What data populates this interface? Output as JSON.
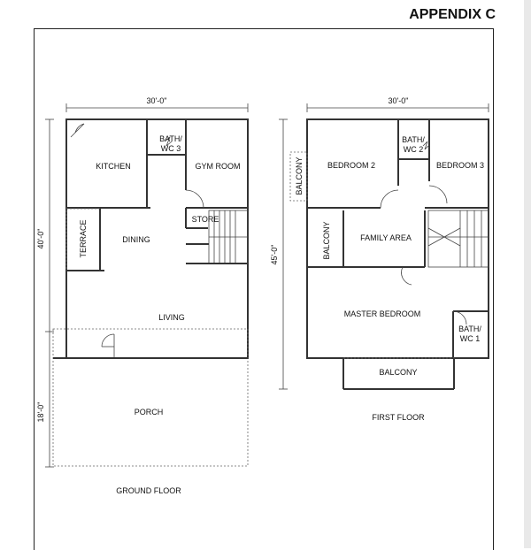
{
  "page": {
    "title": "APPENDIX C"
  },
  "ground_floor": {
    "caption": "GROUND FLOOR",
    "width_dim": "30'-0\"",
    "depth_dim_house": "40'-0\"",
    "depth_dim_porch": "18'-0\"",
    "rooms": {
      "kitchen": "KITCHEN",
      "bath_line1": "BATH/",
      "bath_line2": "WC 3",
      "gym": "GYM ROOM",
      "store": "STORE",
      "terrace": "TERRACE",
      "dining": "DINING",
      "living": "LIVING",
      "porch": "PORCH"
    }
  },
  "first_floor": {
    "caption": "FIRST FLOOR",
    "width_dim": "30'-0\"",
    "depth_dim": "45'-0\"",
    "rooms": {
      "balcony_side": "BALCONY",
      "bedroom2": "BEDROOM 2",
      "bath_line1": "BATH/",
      "bath_line2": "WC 2",
      "bedroom3": "BEDROOM 3",
      "balcony_mid": "BALCONY",
      "family": "FAMILY AREA",
      "master": "MASTER BEDROOM",
      "bath1_line1": "BATH/",
      "bath1_line2": "WC 1",
      "balcony_front": "BALCONY"
    }
  }
}
